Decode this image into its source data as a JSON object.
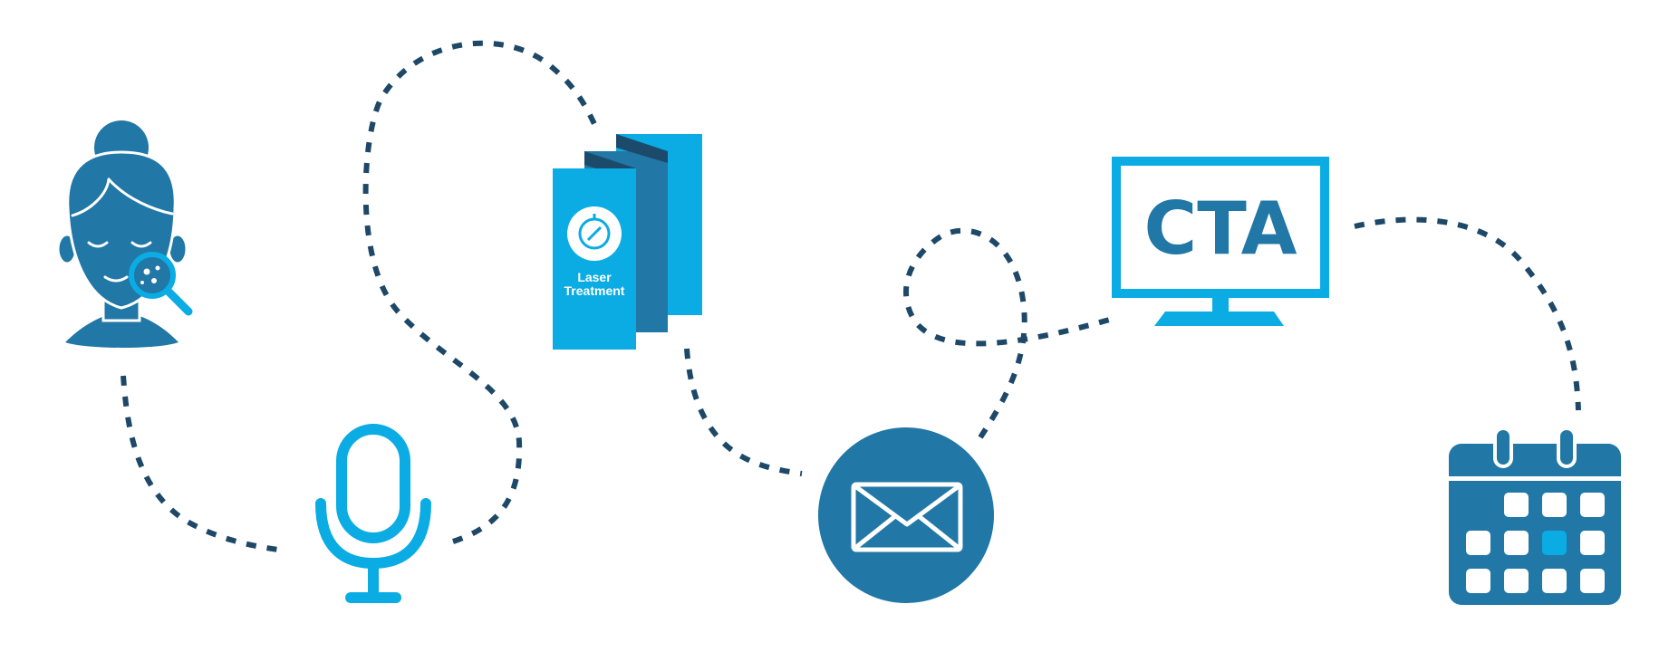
{
  "colors": {
    "primary_blue": "#2177a6",
    "accent_cyan": "#0aace3",
    "dark_navy": "#1b4a6b",
    "path_dots": "#1e4868",
    "white": "#ffffff"
  },
  "nodes": [
    {
      "id": "patient",
      "icon": "woman-with-magnifier-icon"
    },
    {
      "id": "voice",
      "icon": "microphone-icon"
    },
    {
      "id": "brochure",
      "icon": "brochure-icon",
      "label_line1": "Laser",
      "label_line2": "Treatment"
    },
    {
      "id": "email",
      "icon": "envelope-icon"
    },
    {
      "id": "cta",
      "icon": "monitor-icon",
      "label": "CTA"
    },
    {
      "id": "booking",
      "icon": "calendar-icon"
    }
  ],
  "calendar": {
    "rows": 3,
    "cols": 4,
    "empty_first_row_cells": 1,
    "highlighted_row": 1,
    "highlighted_col": 2
  }
}
